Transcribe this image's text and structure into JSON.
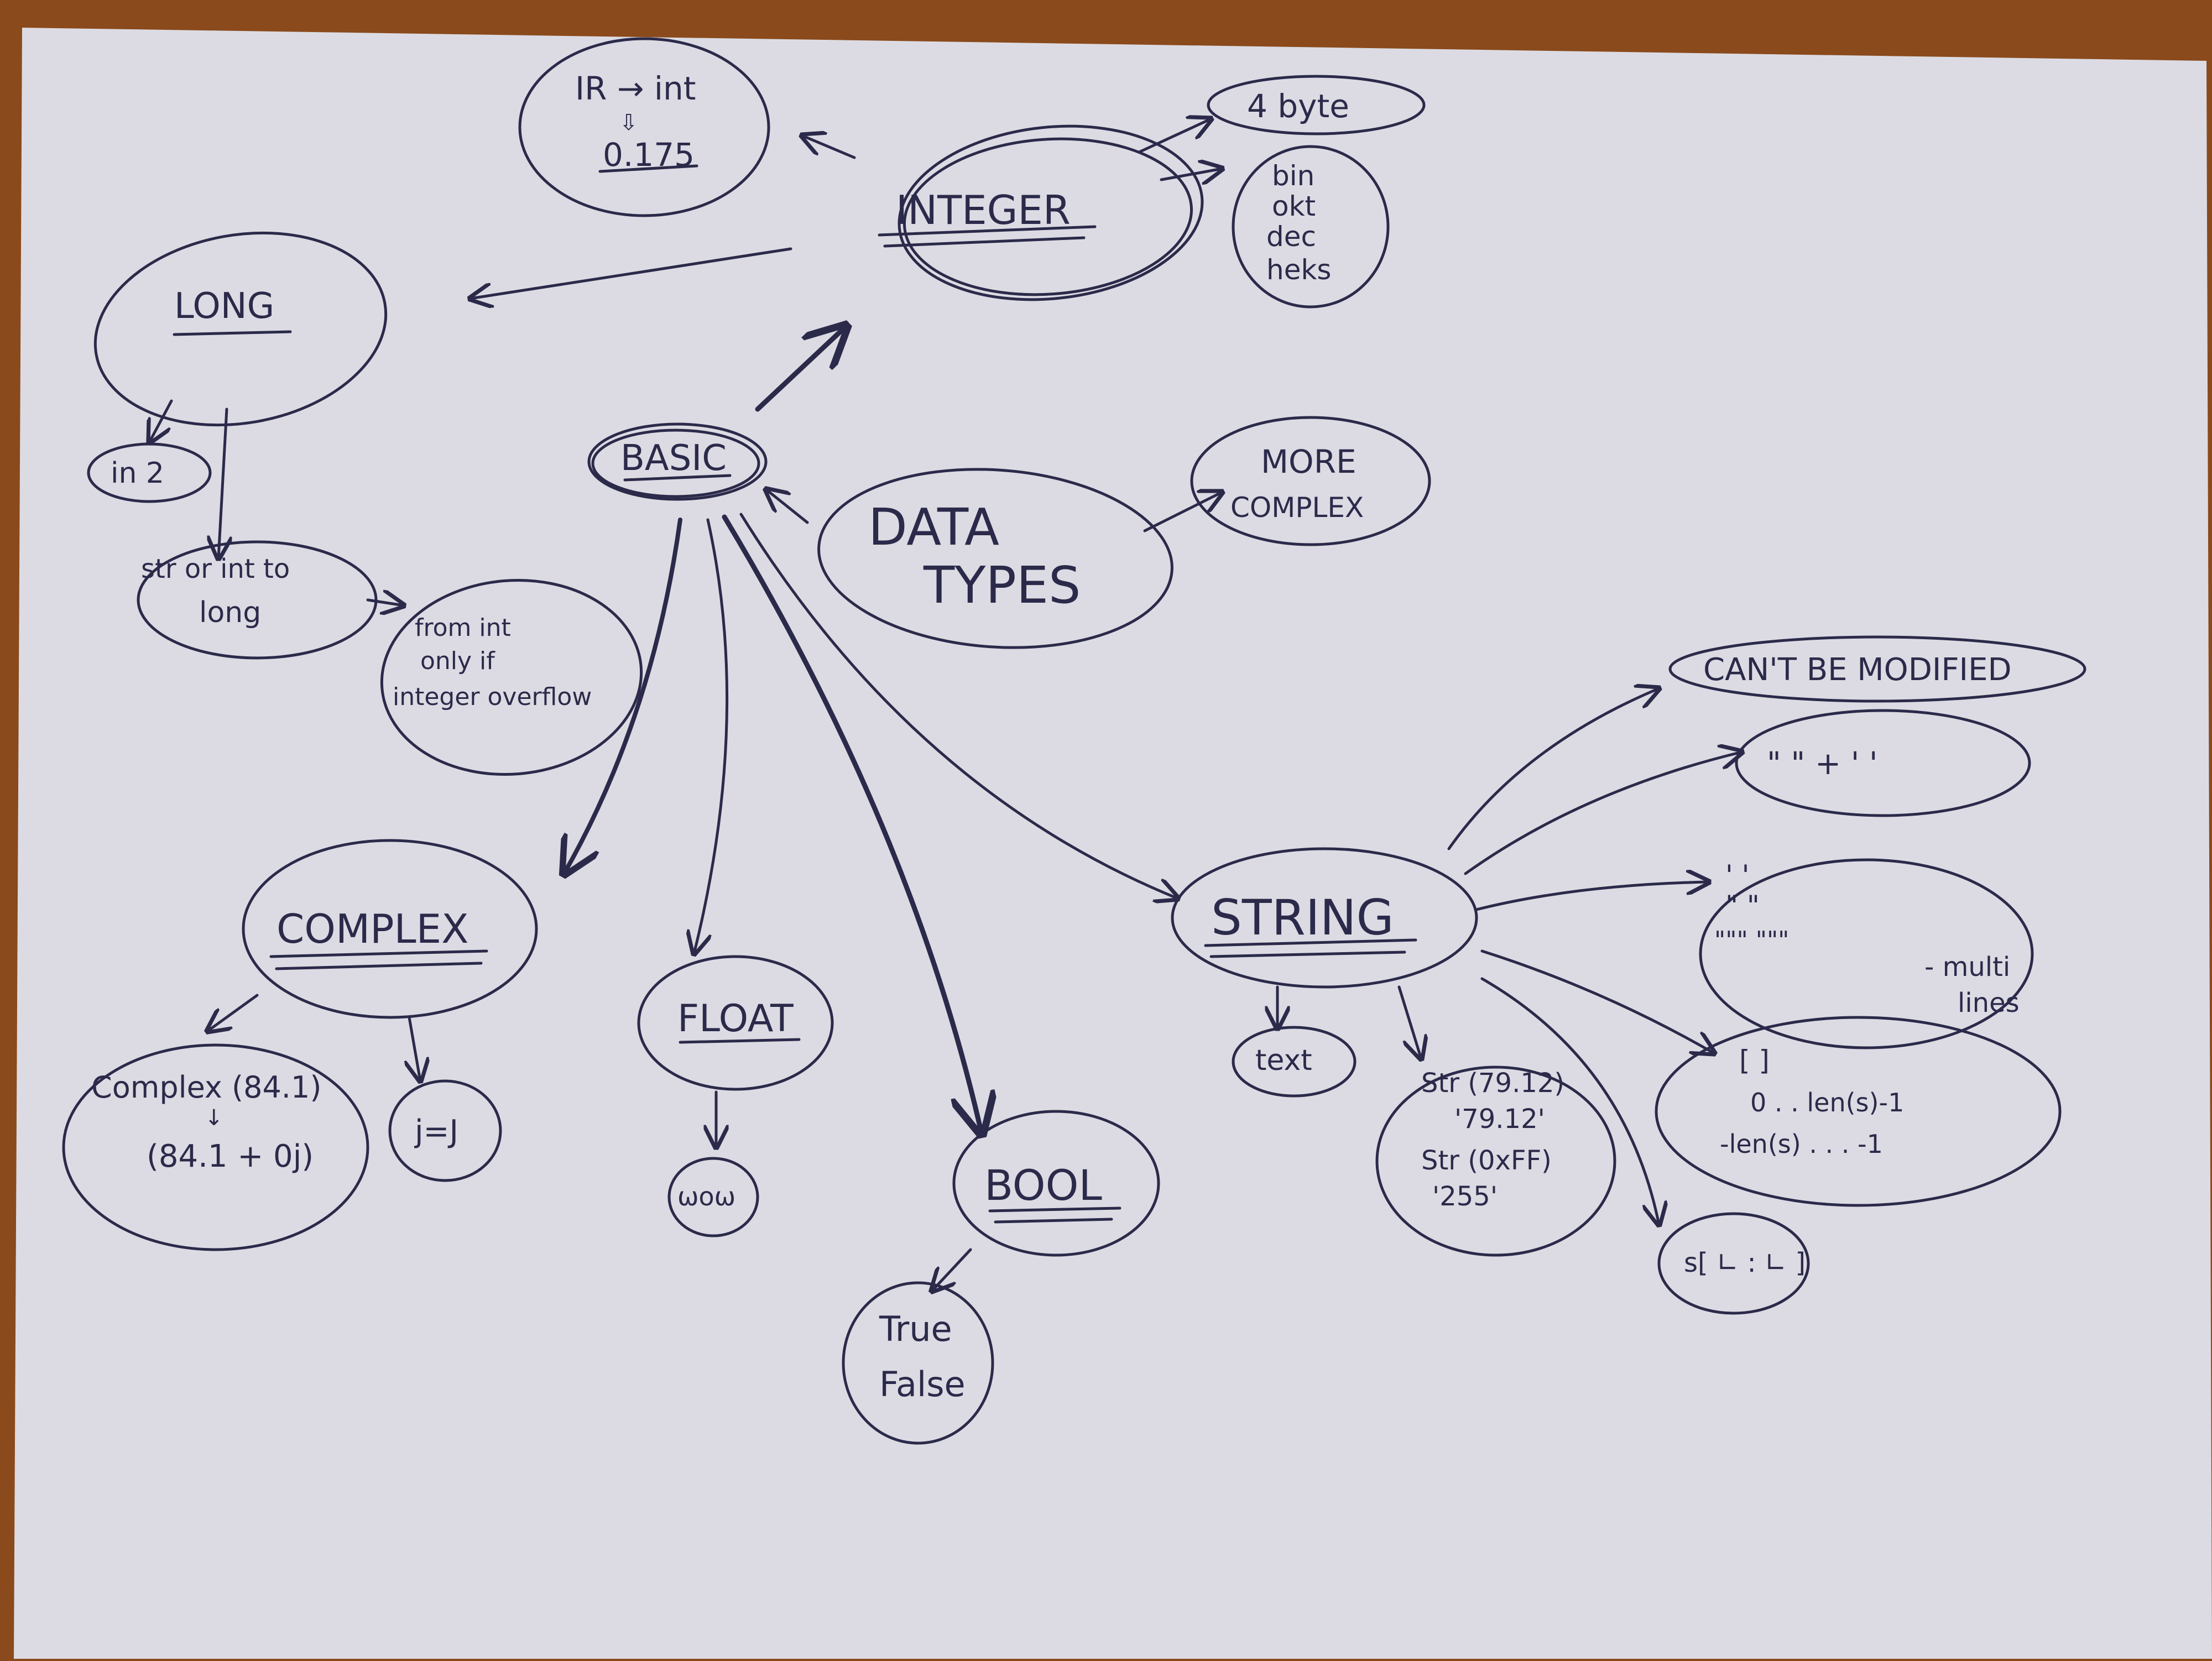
{
  "nodes": {
    "data_types": [
      "DATA",
      "TYPES"
    ],
    "basic": "BASIC",
    "more_complex": [
      "MORE",
      "COMPLEX"
    ],
    "integer": "INTEGER",
    "integer_conv": [
      "IR → int",
      "⇩",
      "0.175"
    ],
    "bytes": "4 byte",
    "bases": [
      "bin",
      "okt",
      "dec",
      "heks"
    ],
    "long": "LONG",
    "in2": "in 2",
    "str_int_long": [
      "str or int to",
      "long"
    ],
    "from_int": [
      "from int",
      "only if",
      "integer overflow"
    ],
    "complex": "COMPLEX",
    "complex_example": [
      "Complex (84.1)",
      "↓",
      "(84.1 + 0j)"
    ],
    "jj": "j=J",
    "float": "FLOAT",
    "wow": "ωoω",
    "bool": "BOOL",
    "true_false": [
      "True",
      "False"
    ],
    "string": "STRING",
    "text": "text",
    "str_examples": [
      "Str (79.12)",
      "'79.12'",
      "Str (0xFF)",
      "'255'"
    ],
    "cant_modify": "CAN'T BE MODIFIED",
    "quotes": "\"  \" +  ' '",
    "quote_kinds": [
      "'   '",
      "\"   \"",
      "\"\"\"   \"\"\"",
      "- multi",
      "lines"
    ],
    "indexing": [
      "[ ]",
      "0 . .   len(s)-1",
      "-len(s) . . .   -1"
    ],
    "slice": "s[ ∟ : ∟ ]"
  }
}
